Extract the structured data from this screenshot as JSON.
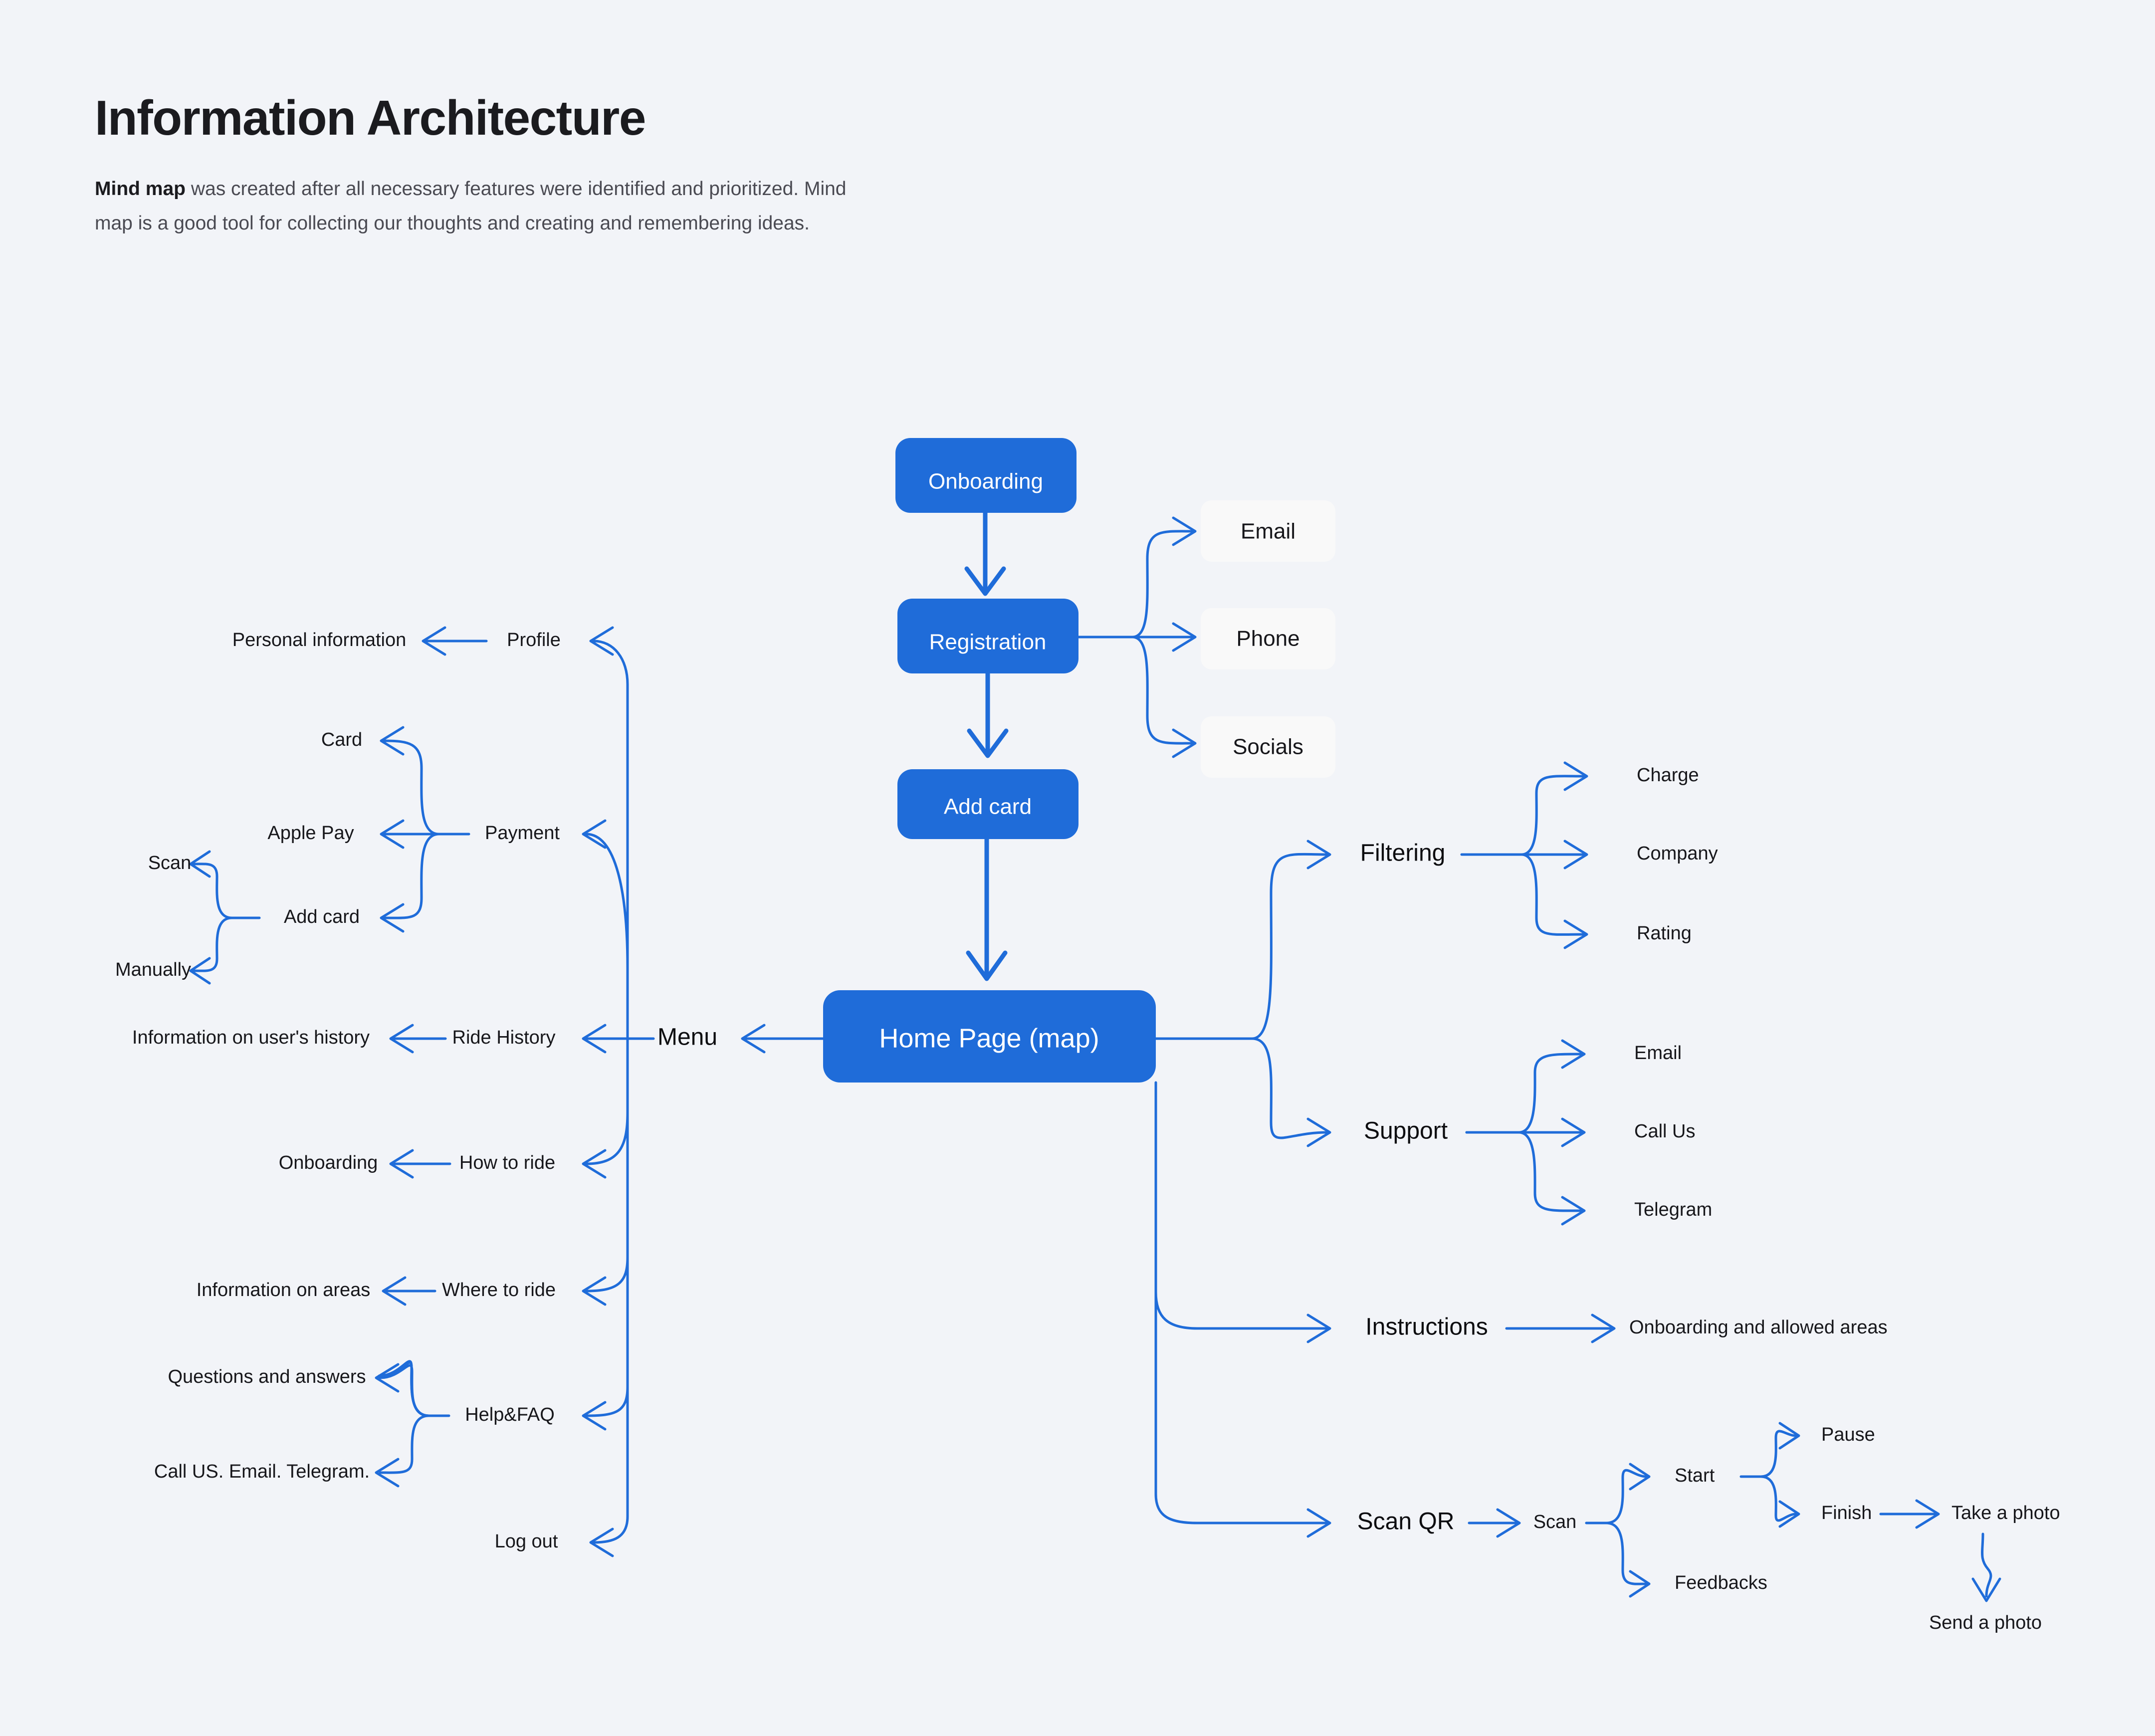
{
  "header": {
    "title": "Information Architecture",
    "intro_strong": "Mind map",
    "intro_rest": " was created after all necessary features were identified and prioritized. Mind map is a good tool for collecting our thoughts and creating and remembering ideas."
  },
  "colors": {
    "background": "#F2F4F8",
    "accent": "#1F6CD9",
    "node_fill": "#1F6CD9",
    "soft_node_fill": "#F9F9F9",
    "text": "#111114",
    "muted_text": "#4A4A52"
  },
  "diagram": {
    "type": "mind-map",
    "primary_nodes": {
      "onboarding": "Onboarding",
      "registration": "Registration",
      "add_card": "Add card",
      "home_page": "Home Page (map)"
    },
    "registration_options": [
      "Email",
      "Phone",
      "Socials"
    ],
    "menu": {
      "label": "Menu",
      "items": [
        {
          "label": "Profile",
          "children": [
            "Personal information"
          ]
        },
        {
          "label": "Payment",
          "children": [
            "Card",
            "Apple Pay",
            "Add card"
          ]
        },
        {
          "label": "Add card",
          "children": [
            "Scan",
            "Manually"
          ]
        },
        {
          "label": "Ride History",
          "children": [
            "Information on user's history"
          ]
        },
        {
          "label": "How to ride",
          "children": [
            "Onboarding"
          ]
        },
        {
          "label": "Where to ride",
          "children": [
            "Information on areas"
          ]
        },
        {
          "label": "Help&FAQ",
          "children": [
            "Questions and answers",
            "Call US. Email. Telegram."
          ]
        },
        {
          "label": "Log out",
          "children": []
        }
      ]
    },
    "right_branches": [
      {
        "label": "Filtering",
        "children": [
          "Charge",
          "Company",
          "Rating"
        ]
      },
      {
        "label": "Support",
        "children": [
          "Email",
          "Call Us",
          "Telegram"
        ]
      },
      {
        "label": "Instructions",
        "children": [
          "Onboarding and allowed areas"
        ]
      },
      {
        "label": "Scan QR",
        "children": [
          "Scan"
        ]
      }
    ],
    "scan_qr_chain": {
      "scan": "Scan",
      "start": "Start",
      "feedbacks": "Feedbacks",
      "pause": "Pause",
      "finish": "Finish",
      "take_photo": "Take a photo",
      "send_photo": "Send a photo"
    }
  }
}
